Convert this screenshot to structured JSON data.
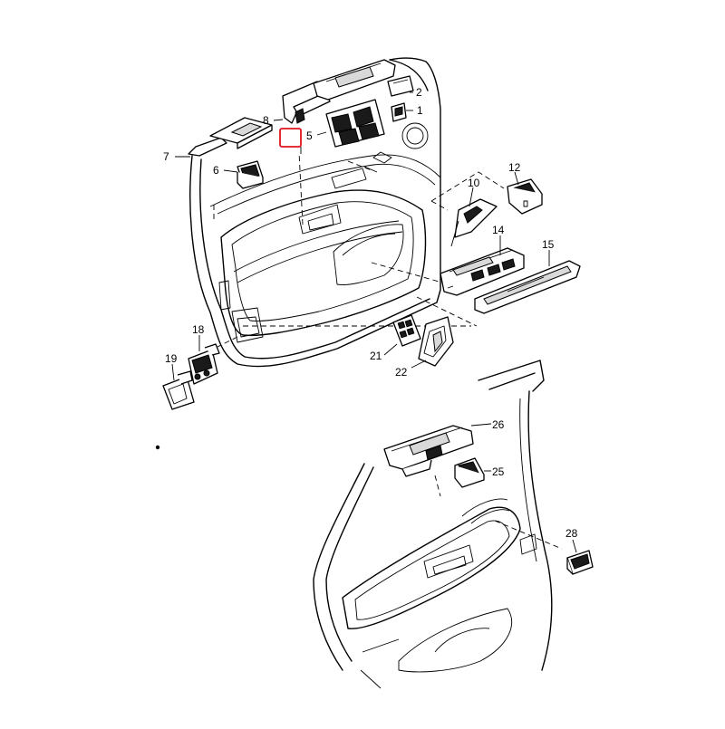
{
  "labels": {
    "p1": "1",
    "p2": "2",
    "p5": "5",
    "p6": "6",
    "p7": "7",
    "p8": "8",
    "p10": "10",
    "p12": "12",
    "p14": "14",
    "p15": "15",
    "p18": "18",
    "p19": "19",
    "p21": "21",
    "p22": "22",
    "p25": "25",
    "p26": "26",
    "p28": "28"
  },
  "highlight": {
    "color": "#e0141e"
  }
}
